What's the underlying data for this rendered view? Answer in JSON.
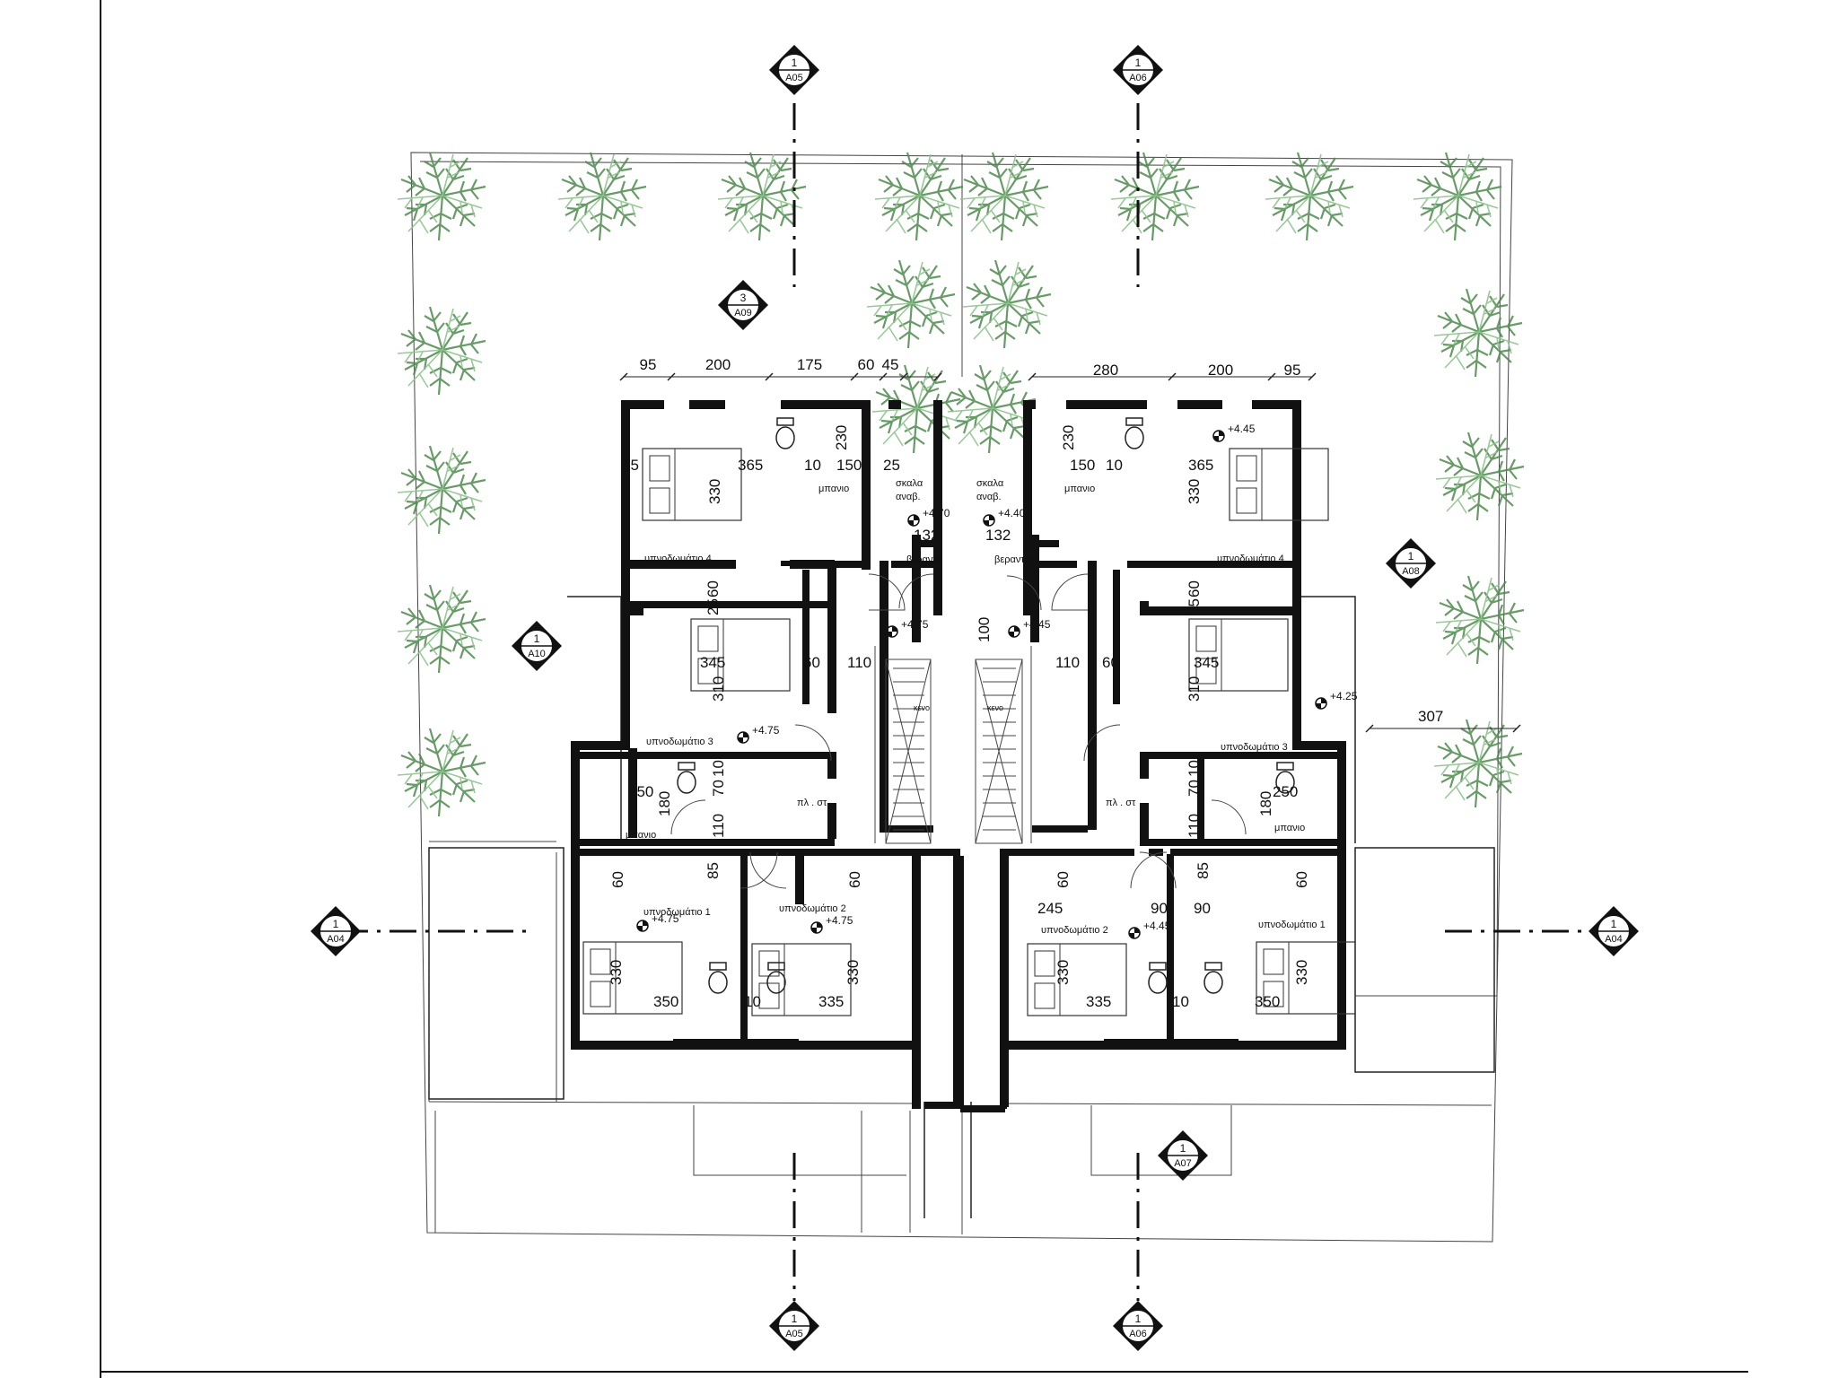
{
  "plan": {
    "top_dimensions_left": [
      "95",
      "200",
      "175",
      "60",
      "45"
    ],
    "top_dimensions_right": [
      "280",
      "200",
      "95"
    ],
    "rooms": {
      "left": {
        "bedroom4": "υπνοδωμάτιο 4",
        "bedroom3": "υπνοδωμάτιο 3",
        "bedroom2": "υπνοδωμάτιο 2",
        "bedroom1": "υπνοδωμάτιο 1",
        "bath_top": "μπανιο",
        "bath_mid": "μπανιο",
        "stair_line1": "σκαλα",
        "stair_line2": "αναβ.",
        "veranda": "βεραντα",
        "void": "κενο",
        "landing": "πλ . στ"
      },
      "right": {
        "bedroom4": "υπνοδωμάτιο 4",
        "bedroom3": "υπνοδωμάτιο 3",
        "bedroom2": "υπνοδωμάτιο 2",
        "bedroom1": "υπνοδωμάτιο 1",
        "bath_top": "μπανιο",
        "bath_mid": "μπανιο",
        "stair_line1": "σκαλα",
        "stair_line2": "αναβ.",
        "veranda": "βεραντα",
        "void": "κενο",
        "landing": "πλ . στ"
      }
    },
    "dimensions": {
      "l_25a": "25",
      "l_365": "365",
      "l_10a": "10",
      "l_230": "230",
      "l_150": "150",
      "l_25b": "25",
      "l_330a": "330",
      "l_132": "132",
      "l_60a": "60",
      "l_25c": "25",
      "l_345": "345",
      "l_60b": "60",
      "l_110a": "110",
      "l_310": "310",
      "l_250": "250",
      "l_70": "70",
      "l_10b": "10",
      "l_180": "180",
      "l_110b": "110",
      "l_60c": "60",
      "l_85": "85",
      "l_60d": "60",
      "l_330b": "330",
      "l_350": "350",
      "l_10c": "10",
      "l_335": "335",
      "l_330c": "330",
      "r_230": "230",
      "r_150": "150",
      "r_10a": "10",
      "r_365": "365",
      "r_330a": "330",
      "r_132": "132",
      "r_100": "100",
      "r_110a": "110",
      "r_60a": "60",
      "r_345": "345",
      "r_25": "25",
      "r_60b": "60",
      "r_310": "310",
      "r_307": "307",
      "r_10b": "10",
      "r_70": "70",
      "r_250": "250",
      "r_180": "180",
      "r_110b": "110",
      "r_60c": "60",
      "r_245": "245",
      "r_90a": "90",
      "r_85": "85",
      "r_90b": "90",
      "r_60d": "60",
      "r_330b": "330",
      "r_335": "335",
      "r_10c": "10",
      "r_350": "350",
      "r_330c": "330"
    },
    "levels": {
      "l_stair": "+4.70",
      "l_hall": "+4.75",
      "l_bed3": "+4.75",
      "l_bed1": "+4.75",
      "l_bed2": "+4.75",
      "r_bed4": "+4.45",
      "r_stair": "+4.40",
      "r_hall": "+4.45",
      "r_side": "+4.25",
      "r_bed2": "+4.45"
    },
    "section_markers": {
      "top_left": {
        "num": "1",
        "ref": "A05"
      },
      "top_right": {
        "num": "1",
        "ref": "A06"
      },
      "upper_left": {
        "num": "3",
        "ref": "A09"
      },
      "west": {
        "num": "1",
        "ref": "A10"
      },
      "east": {
        "num": "1",
        "ref": "A08"
      },
      "left_axis": {
        "num": "1",
        "ref": "A04"
      },
      "right_axis": {
        "num": "1",
        "ref": "A04"
      },
      "bottom_mid": {
        "num": "1",
        "ref": "A07"
      },
      "bottom_left": {
        "num": "1",
        "ref": "A05"
      },
      "bottom_right": {
        "num": "1",
        "ref": "A06"
      }
    }
  }
}
